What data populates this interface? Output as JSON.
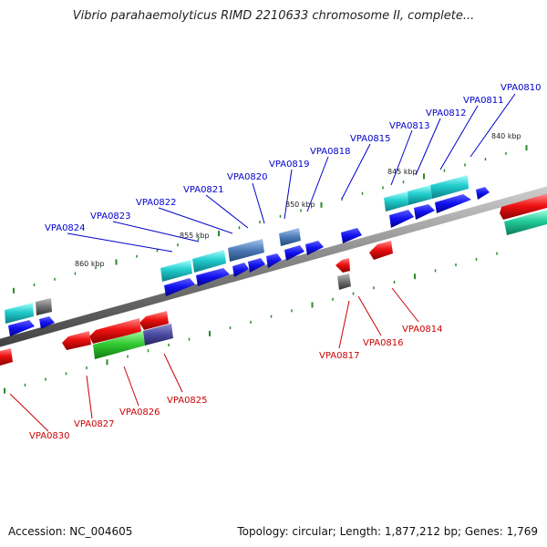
{
  "title": "Vibrio parahaemolyticus RIMD 2210633 chromosome II, complete...",
  "footer": {
    "accession": "Accession: NC_004605",
    "topology": "Topology: circular; Length: 1,877,212 bp; Genes: 1,769"
  },
  "scale_labels": [
    "840 kbp",
    "845 kbp",
    "850 kbp",
    "855 kbp",
    "860 kbp"
  ],
  "genes_top": [
    "VPA0810",
    "VPA0811",
    "VPA0812",
    "VPA0813",
    "VPA0815",
    "VPA0818",
    "VPA0819",
    "VPA0820",
    "VPA0821",
    "VPA0822",
    "VPA0823",
    "VPA0824"
  ],
  "genes_bottom": [
    "VPA0814",
    "VPA0816",
    "VPA0817",
    "VPA0825",
    "VPA0826",
    "VPA0827",
    "VPA0830"
  ],
  "colors": {
    "forward_label": "#0000cc",
    "reverse_label": "#cc0000",
    "backbone": "#808080",
    "tick": "#2a8a2a"
  }
}
